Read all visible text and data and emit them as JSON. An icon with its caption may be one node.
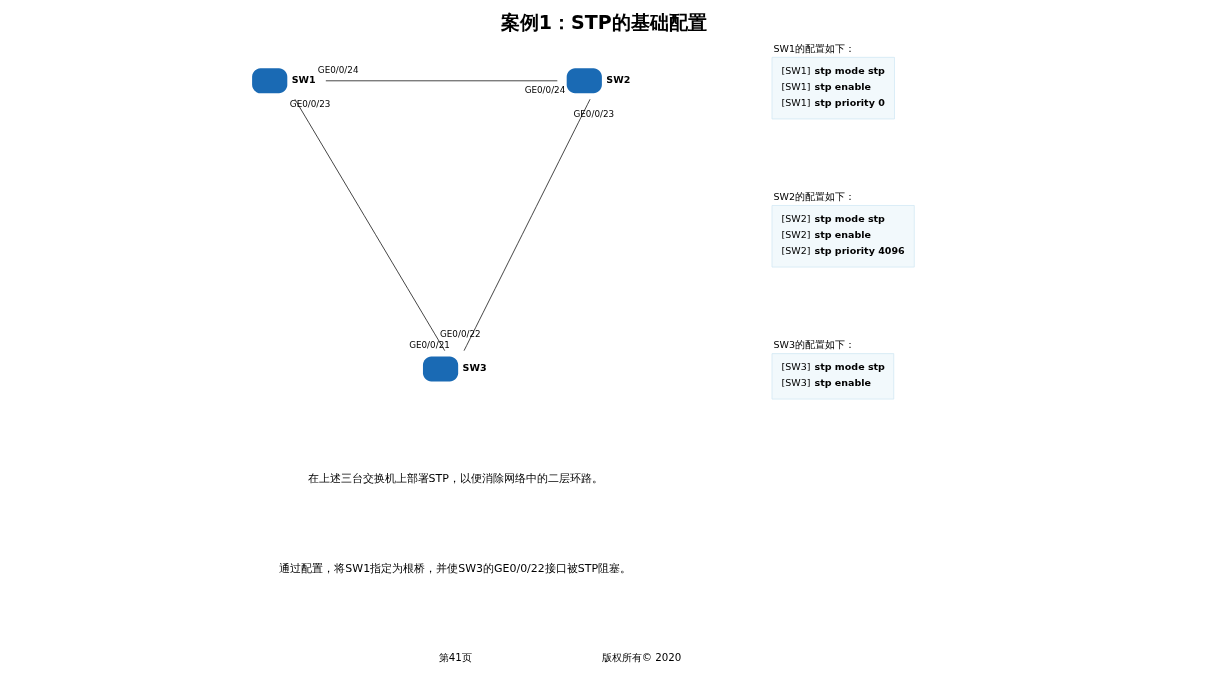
{
  "diagram": {
    "title": "案例1：STP的基础配置",
    "nodes": [
      {
        "text": [
          "SW1"
        ],
        "beside": [
          "GE0/0/24",
          "GE0/0/23"
        ]
      },
      {
        "text": [
          "SW2"
        ],
        "beside": [
          "GE0/0/24",
          "GE0/0/23"
        ]
      },
      {
        "text": [
          "SW3"
        ],
        "beside": [
          "GE0/0/21",
          "GE0/0/22"
        ]
      },
      {
        "text": [
          "SW1的配置如下：",
          "[SW1] **stp mode stp**",
          "[SW1] **stp enable**",
          "[SW1] **stp priority 0**"
        ]
      },
      {
        "text": [
          "SW2的配置如下：",
          "[SW2] **stp mode stp**",
          "[SW2] **stp enable**",
          "[SW2] **stp priority 4096**"
        ]
      },
      {
        "text": [
          "SW3的配置如下：",
          "[SW3] **stp mode stp**",
          "[SW3] **stp enable**"
        ]
      }
    ],
    "edges": [
      {
        "from": 0,
        "to": 1,
        "arrow": "none"
      },
      {
        "from": 0,
        "to": 2,
        "arrow": "none"
      },
      {
        "from": 1,
        "to": 2,
        "arrow": "none"
      }
    ],
    "labels": [
      "在上述三台交换机上部署STP，以便消除网络中的二层环路。",
      "通过配置，将SW1指定为根桥，并使SW3的GE0/0/22接口被STP阻塞。",
      "第41页",
      "版权所有© 2020"
    ]
  }
}
